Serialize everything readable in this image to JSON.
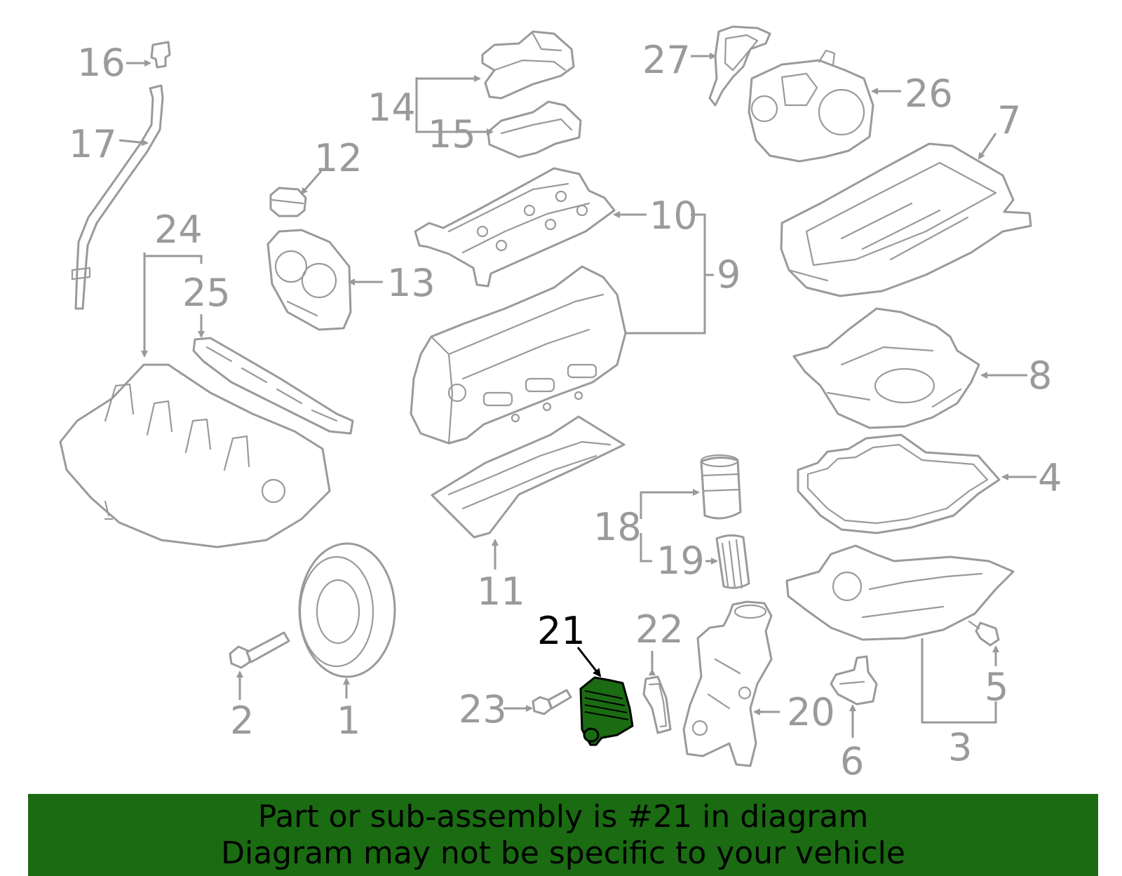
{
  "diagram": {
    "highlighted_callout": "21",
    "colors": {
      "part_stroke": "#9a9a9a",
      "highlight_fill": "#1a6b12",
      "banner_bg": "#1a6b12"
    },
    "callouts": {
      "c1": "1",
      "c2": "2",
      "c3": "3",
      "c4": "4",
      "c5": "5",
      "c6": "6",
      "c7": "7",
      "c8": "8",
      "c9": "9",
      "c10": "10",
      "c11": "11",
      "c12": "12",
      "c13": "13",
      "c14": "14",
      "c15": "15",
      "c16": "16",
      "c17": "17",
      "c18": "18",
      "c19": "19",
      "c20": "20",
      "c21": "21",
      "c22": "22",
      "c23": "23",
      "c24": "24",
      "c25": "25",
      "c26": "26",
      "c27": "27"
    }
  },
  "banner": {
    "line1": "Part or sub-assembly is #21 in diagram",
    "line2": "Diagram may not be specific to your vehicle"
  }
}
